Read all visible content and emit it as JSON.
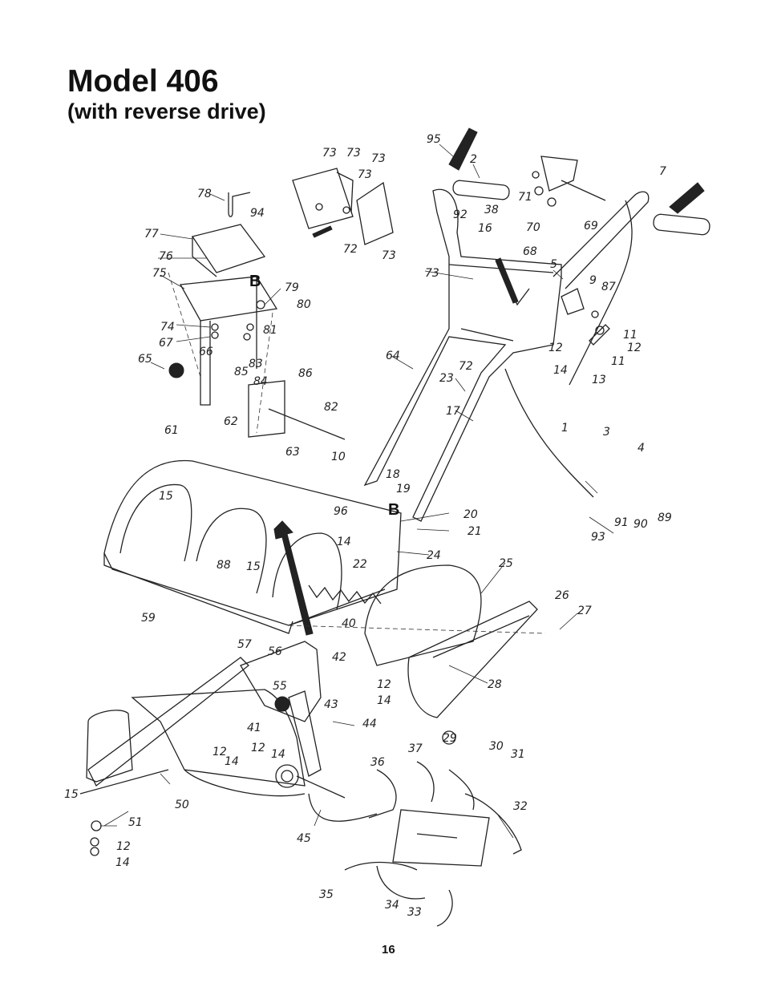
{
  "header": {
    "title": "Model 406",
    "subtitle": "(with reverse drive)"
  },
  "footer": {
    "page_number": "16"
  },
  "callouts": [
    {
      "id": "c95",
      "text": "95"
    },
    {
      "id": "c2a",
      "text": "2"
    },
    {
      "id": "c92",
      "text": "92"
    },
    {
      "id": "c38",
      "text": "38"
    },
    {
      "id": "c16",
      "text": "16"
    },
    {
      "id": "c71",
      "text": "71"
    },
    {
      "id": "c70",
      "text": "70"
    },
    {
      "id": "c69",
      "text": "69"
    },
    {
      "id": "c7",
      "text": "7"
    },
    {
      "id": "c68",
      "text": "68"
    },
    {
      "id": "c5",
      "text": "5"
    },
    {
      "id": "c9",
      "text": "9"
    },
    {
      "id": "c87",
      "text": "87"
    },
    {
      "id": "c11a",
      "text": "11"
    },
    {
      "id": "c12a",
      "text": "12"
    },
    {
      "id": "c11b",
      "text": "11"
    },
    {
      "id": "c12b",
      "text": "12"
    },
    {
      "id": "c14a",
      "text": "14"
    },
    {
      "id": "c13",
      "text": "13"
    },
    {
      "id": "c73a",
      "text": "73"
    },
    {
      "id": "c73b",
      "text": "73"
    },
    {
      "id": "c73c",
      "text": "73"
    },
    {
      "id": "c73d",
      "text": "73"
    },
    {
      "id": "c73e",
      "text": "73"
    },
    {
      "id": "c73f",
      "text": "73"
    },
    {
      "id": "c72a",
      "text": "72"
    },
    {
      "id": "c72b",
      "text": "72"
    },
    {
      "id": "c78",
      "text": "78"
    },
    {
      "id": "c94",
      "text": "94"
    },
    {
      "id": "c77",
      "text": "77"
    },
    {
      "id": "c76",
      "text": "76"
    },
    {
      "id": "c75",
      "text": "75"
    },
    {
      "id": "c79",
      "text": "79"
    },
    {
      "id": "c80",
      "text": "80"
    },
    {
      "id": "c74",
      "text": "74"
    },
    {
      "id": "c81",
      "text": "81"
    },
    {
      "id": "c67",
      "text": "67"
    },
    {
      "id": "c66",
      "text": "66"
    },
    {
      "id": "c83",
      "text": "83"
    },
    {
      "id": "c65",
      "text": "65"
    },
    {
      "id": "c85",
      "text": "85"
    },
    {
      "id": "c84",
      "text": "84"
    },
    {
      "id": "c86",
      "text": "86"
    },
    {
      "id": "c82",
      "text": "82"
    },
    {
      "id": "c64",
      "text": "64"
    },
    {
      "id": "c23",
      "text": "23"
    },
    {
      "id": "c17",
      "text": "17"
    },
    {
      "id": "c1",
      "text": "1"
    },
    {
      "id": "c3",
      "text": "3"
    },
    {
      "id": "c4",
      "text": "4"
    },
    {
      "id": "c61",
      "text": "61"
    },
    {
      "id": "c62",
      "text": "62"
    },
    {
      "id": "c63",
      "text": "63"
    },
    {
      "id": "c10",
      "text": "10"
    },
    {
      "id": "c18",
      "text": "18"
    },
    {
      "id": "c19",
      "text": "19"
    },
    {
      "id": "c20",
      "text": "20"
    },
    {
      "id": "c21",
      "text": "21"
    },
    {
      "id": "c91",
      "text": "91"
    },
    {
      "id": "c90",
      "text": "90"
    },
    {
      "id": "c89",
      "text": "89"
    },
    {
      "id": "c93",
      "text": "93"
    },
    {
      "id": "c15a",
      "text": "15"
    },
    {
      "id": "c96",
      "text": "96"
    },
    {
      "id": "c14b",
      "text": "14"
    },
    {
      "id": "c24",
      "text": "24"
    },
    {
      "id": "c22",
      "text": "22"
    },
    {
      "id": "c88",
      "text": "88"
    },
    {
      "id": "c15b",
      "text": "15"
    },
    {
      "id": "c25",
      "text": "25"
    },
    {
      "id": "c26",
      "text": "26"
    },
    {
      "id": "c27",
      "text": "27"
    },
    {
      "id": "c59",
      "text": "59"
    },
    {
      "id": "c40",
      "text": "40"
    },
    {
      "id": "c57",
      "text": "57"
    },
    {
      "id": "c56",
      "text": "56"
    },
    {
      "id": "c42",
      "text": "42"
    },
    {
      "id": "c55",
      "text": "55"
    },
    {
      "id": "c43",
      "text": "43"
    },
    {
      "id": "c12c",
      "text": "12"
    },
    {
      "id": "c14c",
      "text": "14"
    },
    {
      "id": "c28",
      "text": "28"
    },
    {
      "id": "c41",
      "text": "41"
    },
    {
      "id": "c44",
      "text": "44"
    },
    {
      "id": "c12d",
      "text": "12"
    },
    {
      "id": "c14d",
      "text": "14"
    },
    {
      "id": "c12e",
      "text": "12"
    },
    {
      "id": "c14e",
      "text": "14"
    },
    {
      "id": "c29",
      "text": "29"
    },
    {
      "id": "c37",
      "text": "37"
    },
    {
      "id": "c30",
      "text": "30"
    },
    {
      "id": "c31",
      "text": "31"
    },
    {
      "id": "c36",
      "text": "36"
    },
    {
      "id": "c15c",
      "text": "15"
    },
    {
      "id": "c50",
      "text": "50"
    },
    {
      "id": "c32",
      "text": "32"
    },
    {
      "id": "c51",
      "text": "51"
    },
    {
      "id": "c45",
      "text": "45"
    },
    {
      "id": "c12f",
      "text": "12"
    },
    {
      "id": "c14f",
      "text": "14"
    },
    {
      "id": "c35",
      "text": "35"
    },
    {
      "id": "c34",
      "text": "34"
    },
    {
      "id": "c33",
      "text": "33"
    }
  ],
  "detail_markers": [
    {
      "id": "b1",
      "text": "B"
    },
    {
      "id": "b2",
      "text": "B"
    }
  ]
}
